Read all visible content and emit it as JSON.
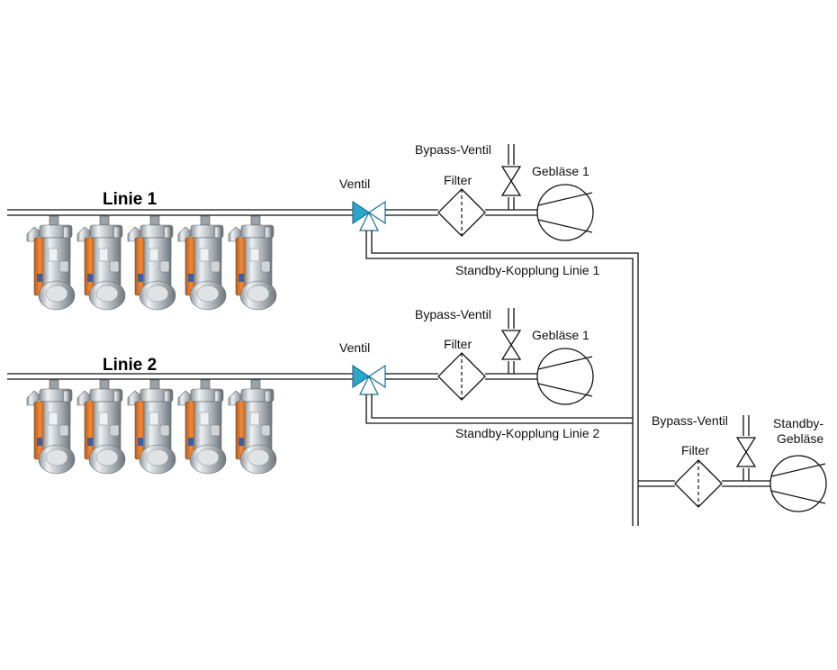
{
  "lines": [
    {
      "title": "Linie 1",
      "valve_label": "Ventil",
      "filter_label": "Filter",
      "bypass_label": "Bypass-Ventil",
      "blower_label": "Gebläse 1",
      "standby_label": "Standby-Kopplung Linie 1",
      "unit_count": 5
    },
    {
      "title": "Linie 2",
      "valve_label": "Ventil",
      "filter_label": "Filter",
      "bypass_label": "Bypass-Ventil",
      "blower_label": "Gebläse 1",
      "standby_label": "Standby-Kopplung Linie 2",
      "unit_count": 5
    }
  ],
  "standby": {
    "filter_label": "Filter",
    "bypass_label": "Bypass-Ventil",
    "blower_label_1": "Standby-",
    "blower_label_2": "Gebläse"
  },
  "colors": {
    "pipe": "#111111",
    "valve_fill": "#2aa7c9",
    "valve_outline": "#1d6f9a",
    "unit_body": "#d9dde2",
    "unit_accent": "#e07a2e",
    "unit_label": "#3a5fa8"
  }
}
